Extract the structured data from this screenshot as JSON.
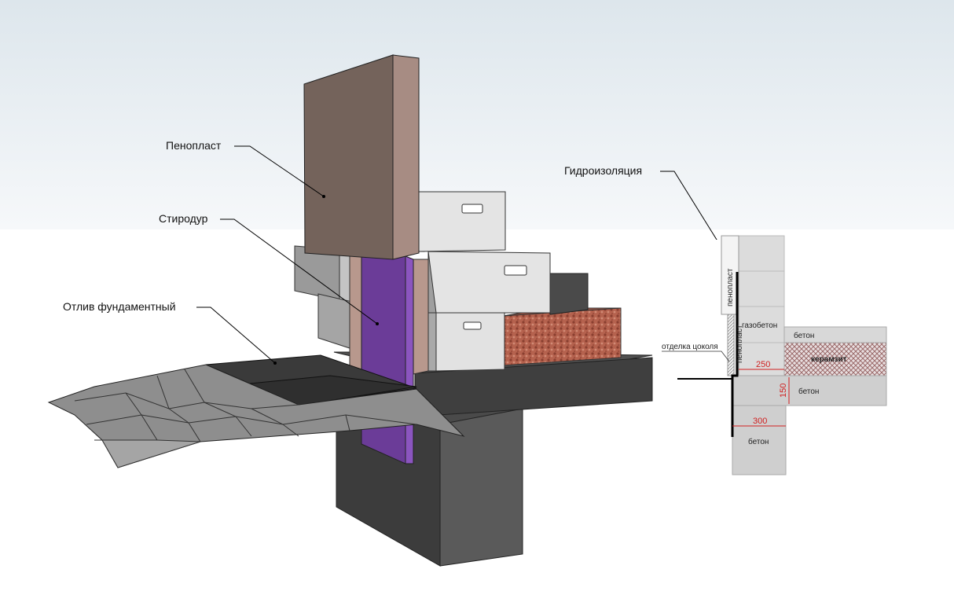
{
  "labels": {
    "penoplast": "Пенопласт",
    "styrodur": "Стиродур",
    "otliv": "Отлив фундаментный",
    "hydro": "Гидроизоляция"
  },
  "section": {
    "penoplast_top": "пенопласт",
    "penoplast_bottom": "пенопласт",
    "gazobeton": "газобетон",
    "beton_slab": "бетон",
    "keramzit": "керамзит",
    "beton_base": "бетон",
    "beton_footing": "бетон",
    "otdelka": "отделка цоколя",
    "dim_250": "250",
    "dim_150": "150",
    "dim_300": "300"
  },
  "colors": {
    "penoplast": "#74635b",
    "penoplast_side": "#a78c83",
    "styrodur": "#6b3c98",
    "concrete_dark": "#404040",
    "keramzit": "#b5624e",
    "block": "#dcdcdc",
    "sky": "#dde6ec"
  }
}
